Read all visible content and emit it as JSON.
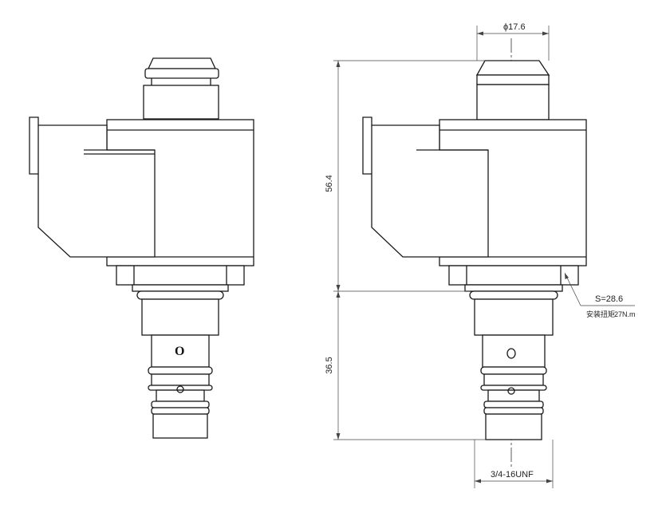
{
  "dimensions": {
    "top_diameter": "ϕ17.6",
    "upper_height": "56.4",
    "lower_height": "36.5",
    "thread": "3/4-16UNF",
    "hex_size": "S=28.6",
    "torque_label": "安装扭矩",
    "torque_value": "27N.m"
  },
  "left_view": {
    "port_label": "O"
  },
  "colors": {
    "line": "#1a1a1a",
    "background": "#ffffff"
  }
}
